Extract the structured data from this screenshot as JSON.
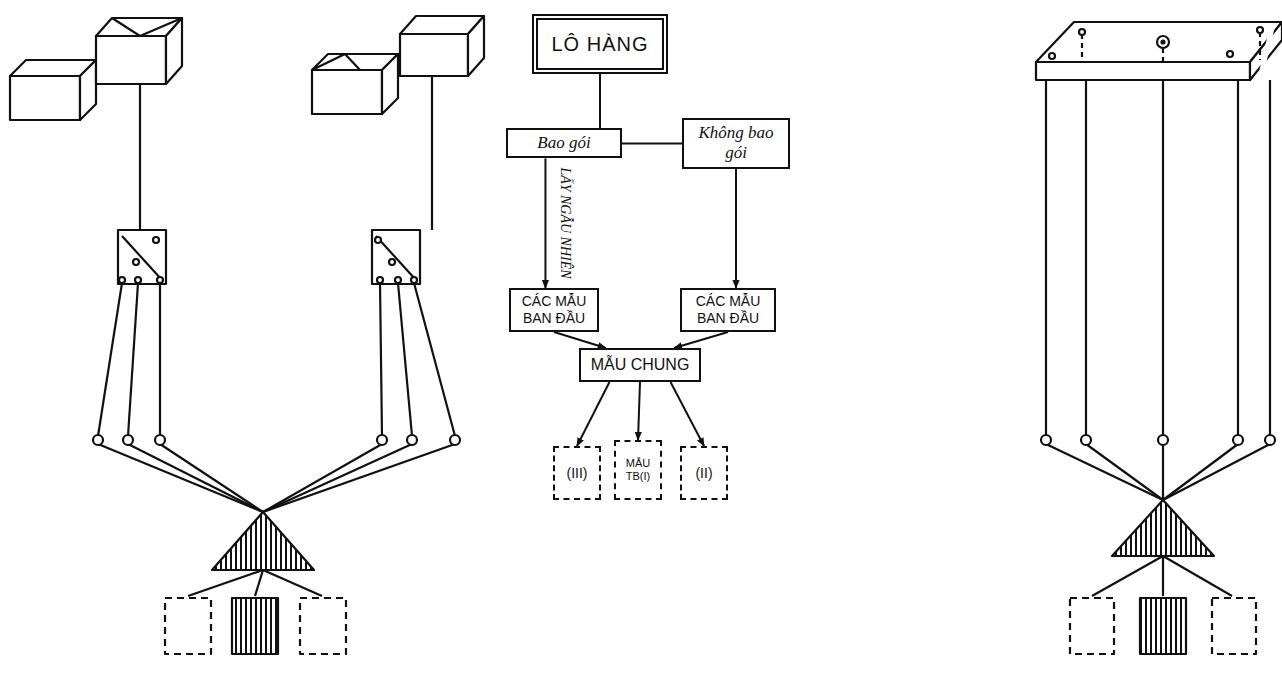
{
  "diagram": {
    "nodes": [
      {
        "text": [
          "LÔ HÀNG"
        ]
      },
      {
        "text": [
          "Bao gói"
        ]
      },
      {
        "text": [
          "Không bao gói"
        ]
      },
      {
        "text": [
          "CÁC MẪU BAN ĐẦU"
        ]
      },
      {
        "text": [
          "CÁC MẪU BAN ĐẦU"
        ]
      },
      {
        "text": [
          "MẪU CHUNG"
        ]
      },
      {
        "text": [
          "(III)"
        ]
      },
      {
        "text": [
          "MẪU TB(I)"
        ]
      },
      {
        "text": [
          "(II)"
        ]
      }
    ],
    "edges": [
      {
        "from": 0,
        "to": 1,
        "arrow": "none"
      },
      {
        "from": 0,
        "to": 2,
        "arrow": "none"
      },
      {
        "from": 1,
        "to": 3,
        "label": "LẤY NGẪU NHIÊN",
        "arrow": "to"
      },
      {
        "from": 2,
        "to": 4,
        "arrow": "to"
      },
      {
        "from": 3,
        "to": 5,
        "arrow": "to"
      },
      {
        "from": 4,
        "to": 5,
        "arrow": "to"
      },
      {
        "from": 5,
        "to": 6,
        "arrow": "to"
      },
      {
        "from": 5,
        "to": 7,
        "arrow": "to"
      },
      {
        "from": 5,
        "to": 8,
        "arrow": "to"
      }
    ]
  }
}
